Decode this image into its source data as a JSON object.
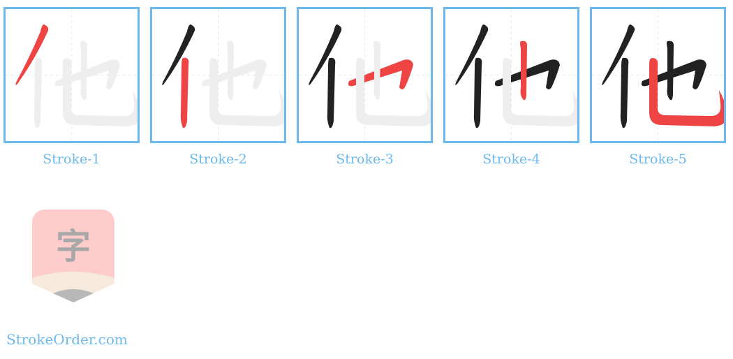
{
  "character": "他",
  "colors": {
    "current": "#ee4444",
    "done": "#222222",
    "ghost": "#eeeeee",
    "frame": "#6cb9ec",
    "guide": "#d6eef6"
  },
  "steps": [
    {
      "label": "Stroke-1",
      "current": 1
    },
    {
      "label": "Stroke-2",
      "current": 2
    },
    {
      "label": "Stroke-3",
      "current": 3
    },
    {
      "label": "Stroke-4",
      "current": 4
    },
    {
      "label": "Stroke-5",
      "current": 5
    }
  ],
  "logo": {
    "glyph": "字",
    "icon": "pencil-char-icon"
  },
  "site": {
    "name": "StrokeOrder.com"
  }
}
